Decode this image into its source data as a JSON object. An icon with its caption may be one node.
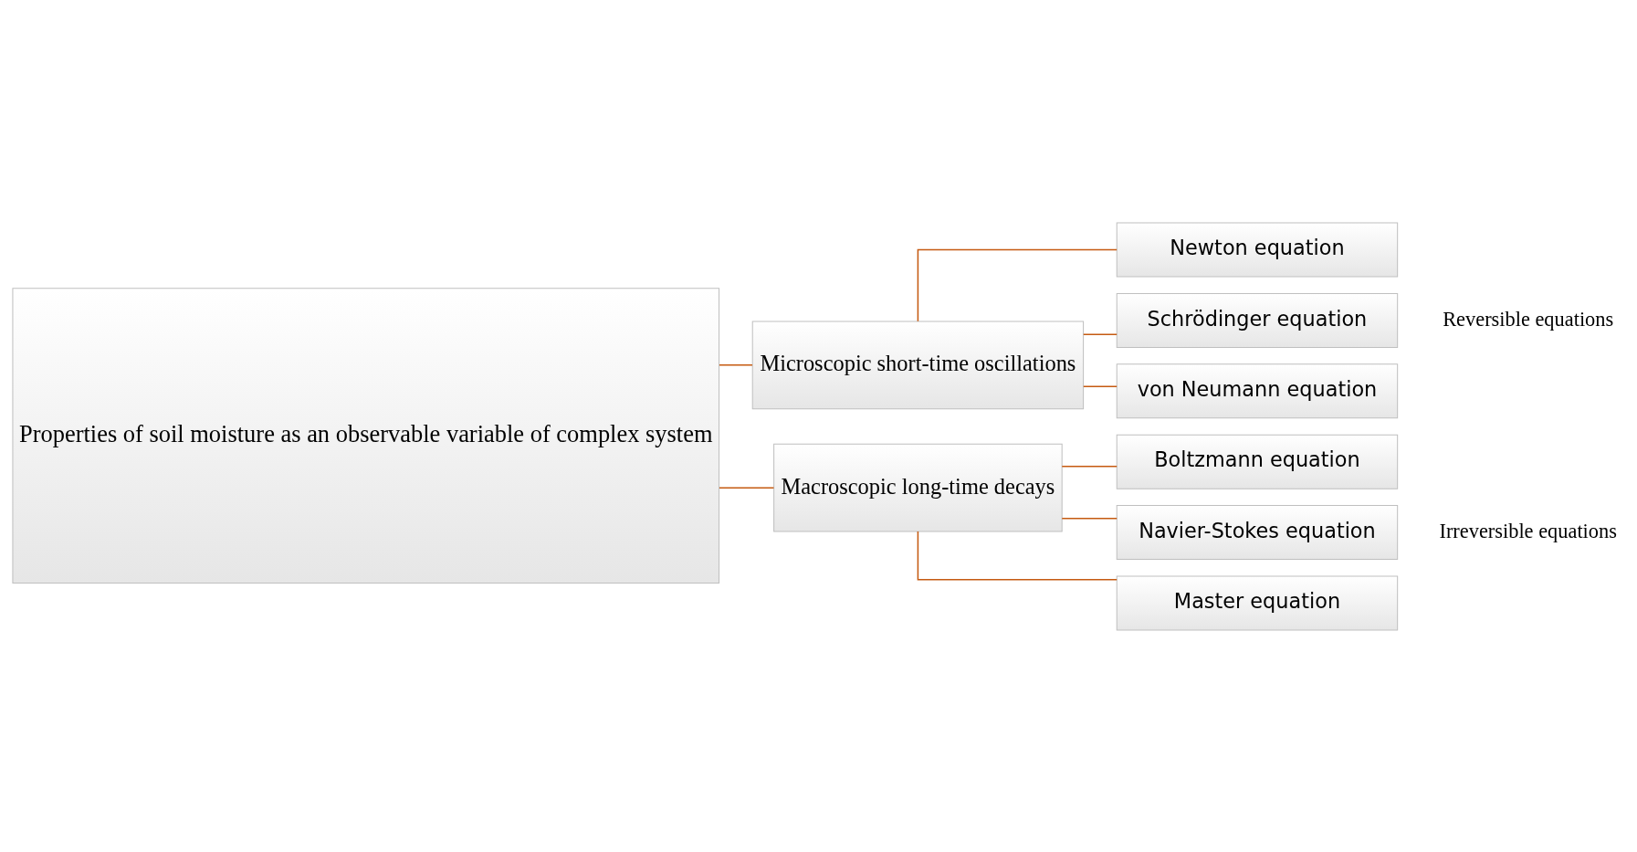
{
  "diagram": {
    "nodes": [
      {
        "text": [
          "Properties of soil moisture as an observable variable of complex system"
        ]
      },
      {
        "text": [
          "Microscopic short-time oscillations"
        ]
      },
      {
        "text": [
          "Macroscopic long-time decays"
        ]
      },
      {
        "text": [
          "Newton equation"
        ]
      },
      {
        "text": [
          "Schrödinger equation"
        ]
      },
      {
        "text": [
          "von Neumann equation"
        ]
      },
      {
        "text": [
          "Boltzmann equation"
        ]
      },
      {
        "text": [
          "Navier-Stokes equation"
        ]
      },
      {
        "text": [
          "Master equation"
        ]
      }
    ],
    "edges": [
      {
        "from": 0,
        "to": 1,
        "arrow": "none"
      },
      {
        "from": 0,
        "to": 2,
        "arrow": "none"
      },
      {
        "from": 1,
        "to": 3,
        "arrow": "none"
      },
      {
        "from": 1,
        "to": 4,
        "arrow": "none"
      },
      {
        "from": 1,
        "to": 5,
        "arrow": "none"
      },
      {
        "from": 2,
        "to": 6,
        "arrow": "none"
      },
      {
        "from": 2,
        "to": 7,
        "arrow": "none"
      },
      {
        "from": 2,
        "to": 8,
        "arrow": "none"
      }
    ],
    "labels": [
      "Reversible equations",
      "Irreversible equations"
    ]
  }
}
